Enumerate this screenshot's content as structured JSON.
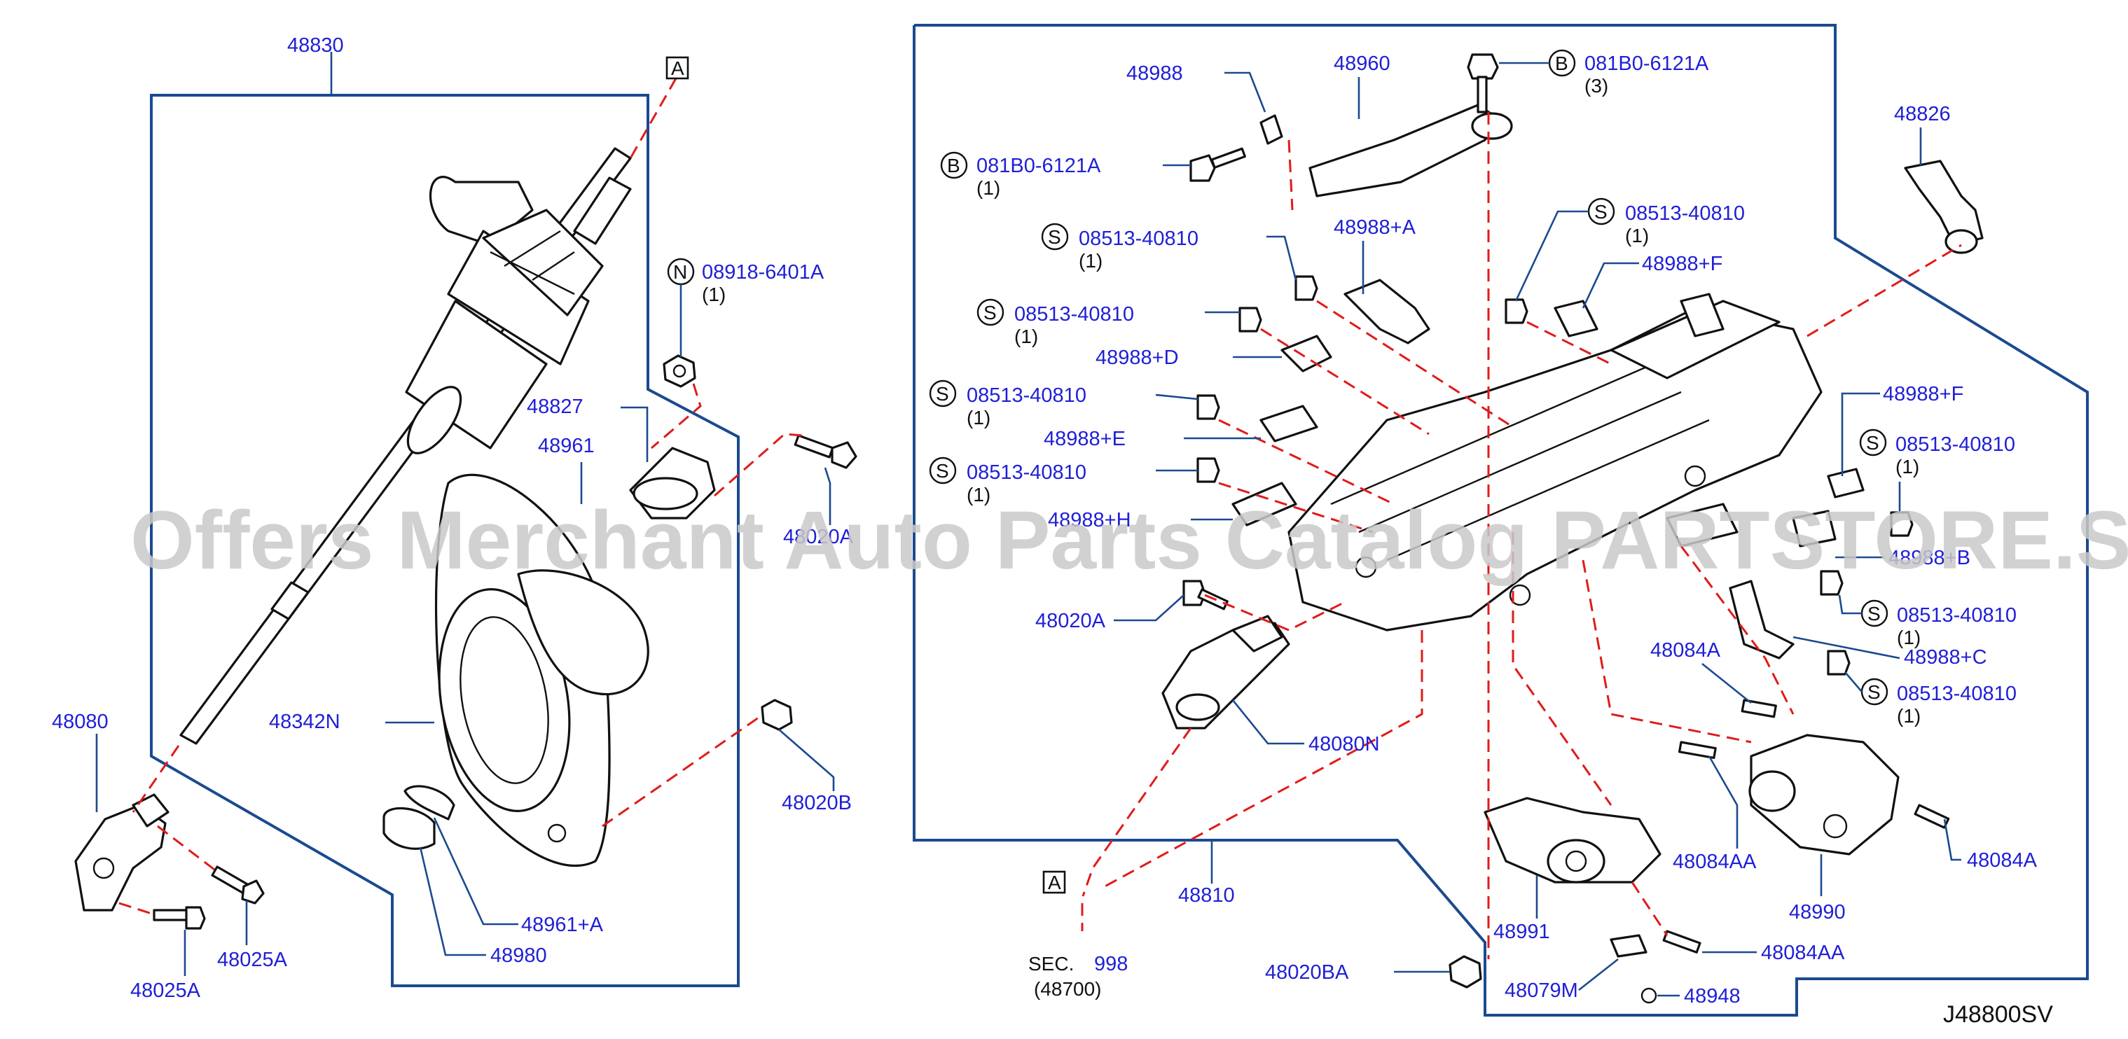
{
  "watermark": "Offers Merchant Auto Parts Catalog PARTSTORE.SA",
  "diagram_code": "J48800SV",
  "colors": {
    "label": "#1f1fd6",
    "leader": "#1b4a8f",
    "hidden_line": "#e01b1b",
    "line_art": "#111111"
  },
  "marker": {
    "a": "A"
  },
  "sec_ref": {
    "prefix": "SEC.",
    "number": "998",
    "sub": "(48700)"
  },
  "labels": {
    "p48830": "48830",
    "p48080": "48080",
    "p48342N": "48342N",
    "p48827": "48827",
    "p48961": "48961",
    "p48961A": "48961+A",
    "p48980": "48980",
    "p48020B": "48020B",
    "p48020A_left": "48020A",
    "p48025A_1": "48025A",
    "p48025A_2": "48025A",
    "n08918": "08918-6401A",
    "n08918_qty": "(1)",
    "p48810": "48810",
    "p48988": "48988",
    "p48960": "48960",
    "b081B0_top": "081B0-6121A",
    "b081B0_top_qty": "(3)",
    "b081B0_left": "081B0-6121A",
    "b081B0_left_qty": "(1)",
    "p48988A": "48988+A",
    "s1": "08513-40810",
    "s1_qty": "(1)",
    "s2": "08513-40810",
    "s2_qty": "(1)",
    "s3": "08513-40810",
    "s3_qty": "(1)",
    "s4": "08513-40810",
    "s4_qty": "(1)",
    "s5": "08513-40810",
    "s5_qty": "(1)",
    "s6": "08513-40810",
    "s6_qty": "(1)",
    "s7": "08513-40810",
    "s7_qty": "(1)",
    "s8": "08513-40810",
    "s8_qty": "(1)",
    "p48988D": "48988+D",
    "p48988E": "48988+E",
    "p48988H": "48988+H",
    "p48988F_top": "48988+F",
    "p48988F_right": "48988+F",
    "p48988B": "48988+B",
    "p48988C": "48988+C",
    "p48826": "48826",
    "p48020A_mid": "48020A",
    "p48080N": "48080N",
    "p48084A_top": "48084A",
    "p48084A_right": "48084A",
    "p48084AA_1": "48084AA",
    "p48084AA_2": "48084AA",
    "p48990": "48990",
    "p48991": "48991",
    "p48020BA": "48020BA",
    "p48079M": "48079M",
    "p48948": "48948"
  },
  "circle_letters": {
    "n": "N",
    "b": "B",
    "s": "S"
  }
}
